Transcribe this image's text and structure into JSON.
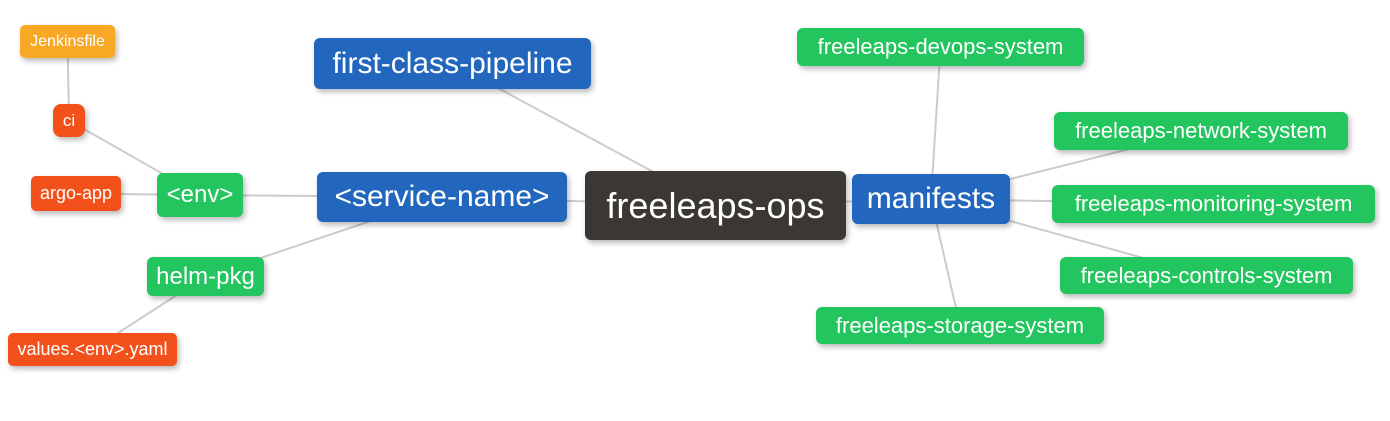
{
  "diagram": {
    "type": "mindmap",
    "background": "#ffffff",
    "edge_color": "#cccccc",
    "palette": {
      "branch_blue": "#2267bd",
      "leaf_green": "#23c55e",
      "accent_orange": "#f9a825",
      "accent_red": "#f3511c",
      "root_dark": "#3b3733",
      "text": "#ffffff"
    },
    "nodes": {
      "jenkinsfile": {
        "label": "Jenkinsfile",
        "color": "#f9a825"
      },
      "ci": {
        "label": "ci",
        "color": "#f3511c"
      },
      "argo_app": {
        "label": "argo-app",
        "color": "#f3511c"
      },
      "env": {
        "label": "<env>",
        "color": "#23c55e"
      },
      "helm_pkg": {
        "label": "helm-pkg",
        "color": "#23c55e"
      },
      "values_env_yaml": {
        "label": "values.<env>.yaml",
        "color": "#f3511c"
      },
      "first_class_pipeline": {
        "label": "first-class-pipeline",
        "color": "#2267bd"
      },
      "service_name": {
        "label": "<service-name>",
        "color": "#2267bd"
      },
      "freeleaps_ops": {
        "label": "freeleaps-ops",
        "color": "#3b3733"
      },
      "manifests": {
        "label": "manifests",
        "color": "#2267bd"
      },
      "devops_system": {
        "label": "freeleaps-devops-system",
        "color": "#23c55e"
      },
      "network_system": {
        "label": "freeleaps-network-system",
        "color": "#23c55e"
      },
      "monitoring_system": {
        "label": "freeleaps-monitoring-system",
        "color": "#23c55e"
      },
      "controls_system": {
        "label": "freeleaps-controls-system",
        "color": "#23c55e"
      },
      "storage_system": {
        "label": "freeleaps-storage-system",
        "color": "#23c55e"
      }
    },
    "edges": [
      [
        "jenkinsfile",
        "ci"
      ],
      [
        "ci",
        "env"
      ],
      [
        "argo_app",
        "env"
      ],
      [
        "env",
        "service_name"
      ],
      [
        "helm_pkg",
        "service_name"
      ],
      [
        "values_env_yaml",
        "helm_pkg"
      ],
      [
        "first_class_pipeline",
        "freeleaps_ops"
      ],
      [
        "service_name",
        "freeleaps_ops"
      ],
      [
        "freeleaps_ops",
        "manifests"
      ],
      [
        "manifests",
        "devops_system"
      ],
      [
        "manifests",
        "network_system"
      ],
      [
        "manifests",
        "monitoring_system"
      ],
      [
        "manifests",
        "controls_system"
      ],
      [
        "manifests",
        "storage_system"
      ]
    ]
  }
}
